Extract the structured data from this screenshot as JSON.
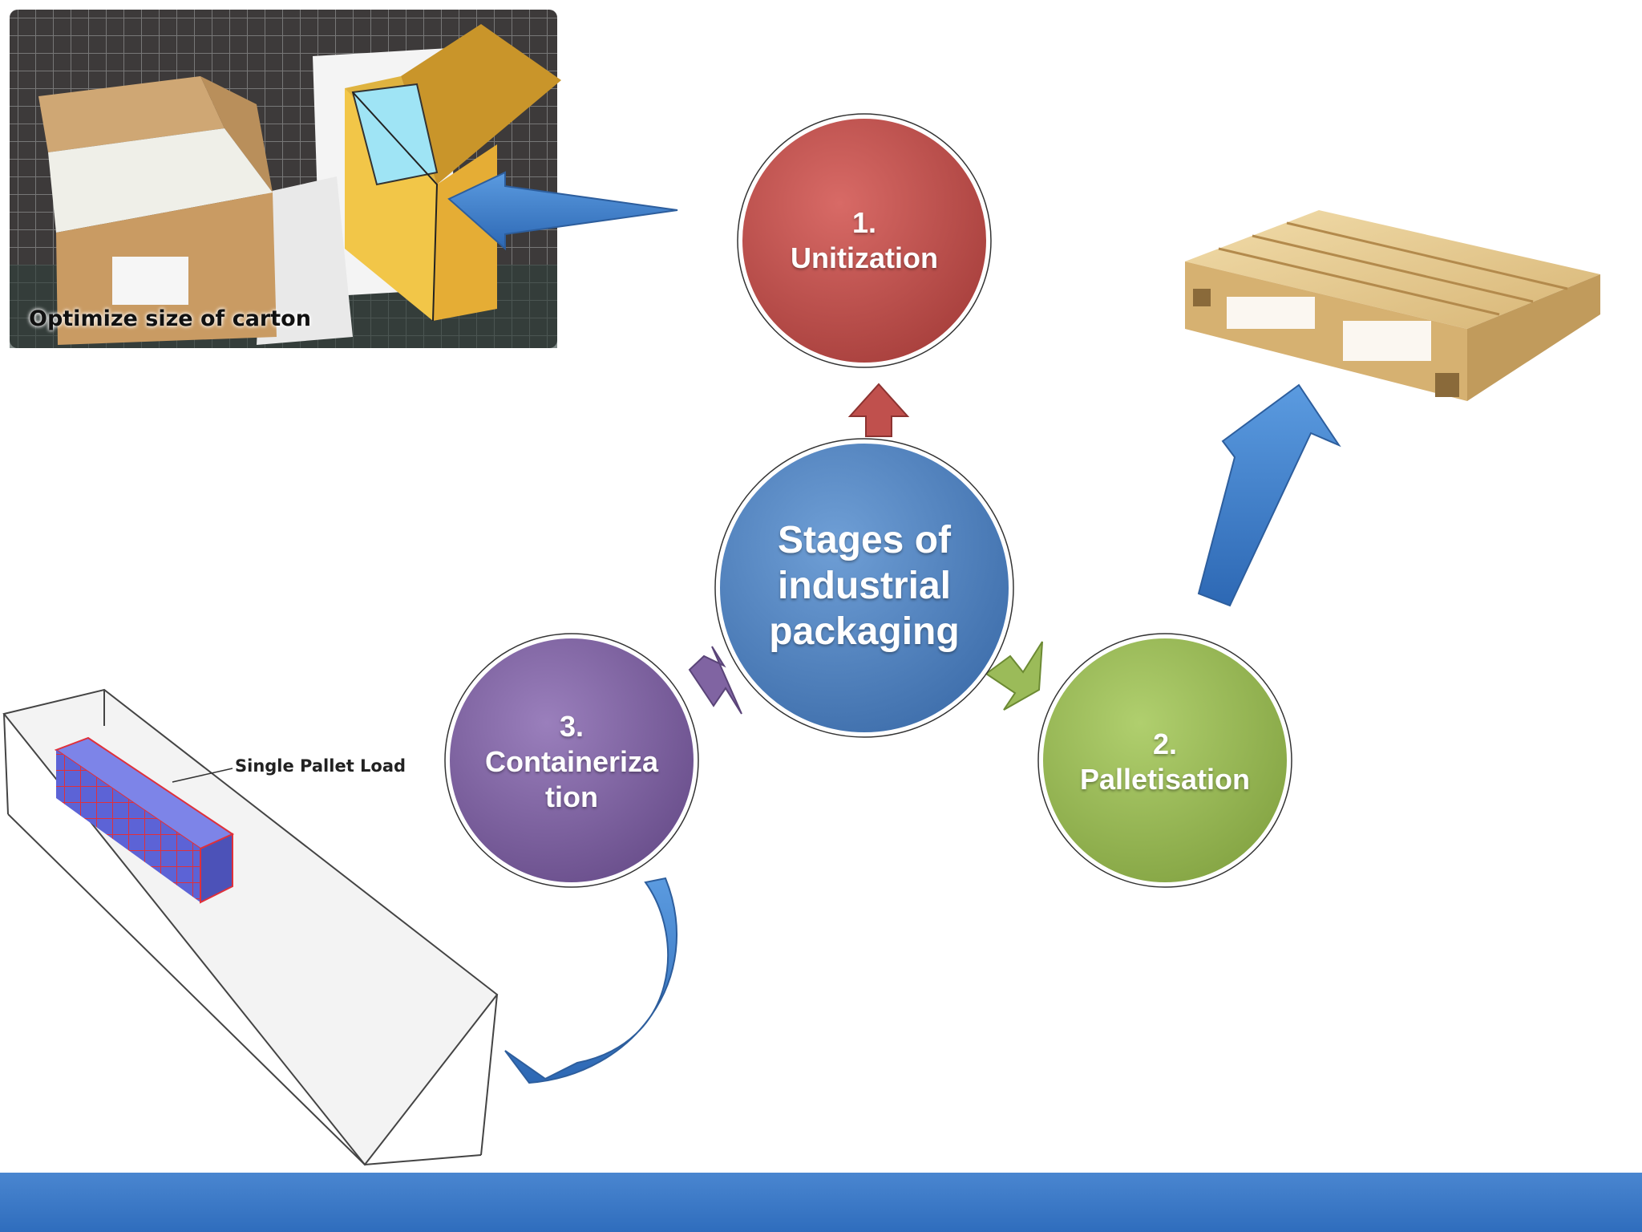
{
  "center": {
    "line1": "Stages of",
    "line2": "industrial",
    "line3": "packaging"
  },
  "stage1": {
    "number": "1.",
    "name": "Unitization"
  },
  "stage2": {
    "number": "2.",
    "name": "Palletisation"
  },
  "stage3": {
    "number": "3.",
    "line1": "Containeriza",
    "line2": "tion"
  },
  "photo": {
    "caption": "Optimize size of carton"
  },
  "container": {
    "label": "Single Pallet Load"
  },
  "colors": {
    "center": "#4f81bd",
    "stage1": "#c0504d",
    "stage2": "#9bbb59",
    "stage3": "#8064a2",
    "arrow": "#3f7fc8",
    "footer": "#3a78c6"
  }
}
